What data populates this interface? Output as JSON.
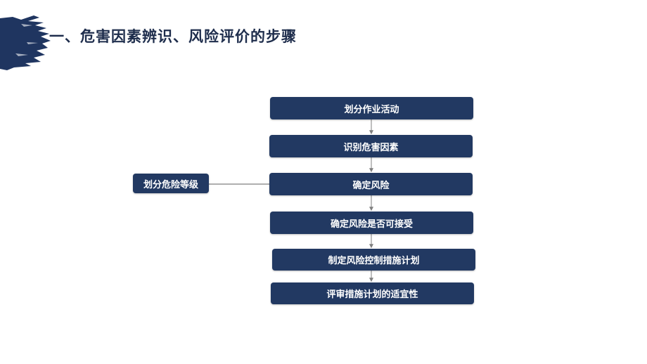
{
  "title": "一、危害因素辨识、风险评价的步骤",
  "colors": {
    "box_fill": "#223962",
    "title_text": "#1e2d4c",
    "brush": "#1f3560",
    "connector": "#7f7f7f"
  },
  "flow": {
    "steps": [
      {
        "label": "划分作业活动"
      },
      {
        "label": "识别危害因素"
      },
      {
        "label": "确定风险"
      },
      {
        "label": "确定风险是否可接受"
      },
      {
        "label": "制定风险控制措施计划"
      },
      {
        "label": "评审措施计划的适宜性"
      }
    ],
    "side_box": {
      "label": "划分危险等级"
    }
  }
}
